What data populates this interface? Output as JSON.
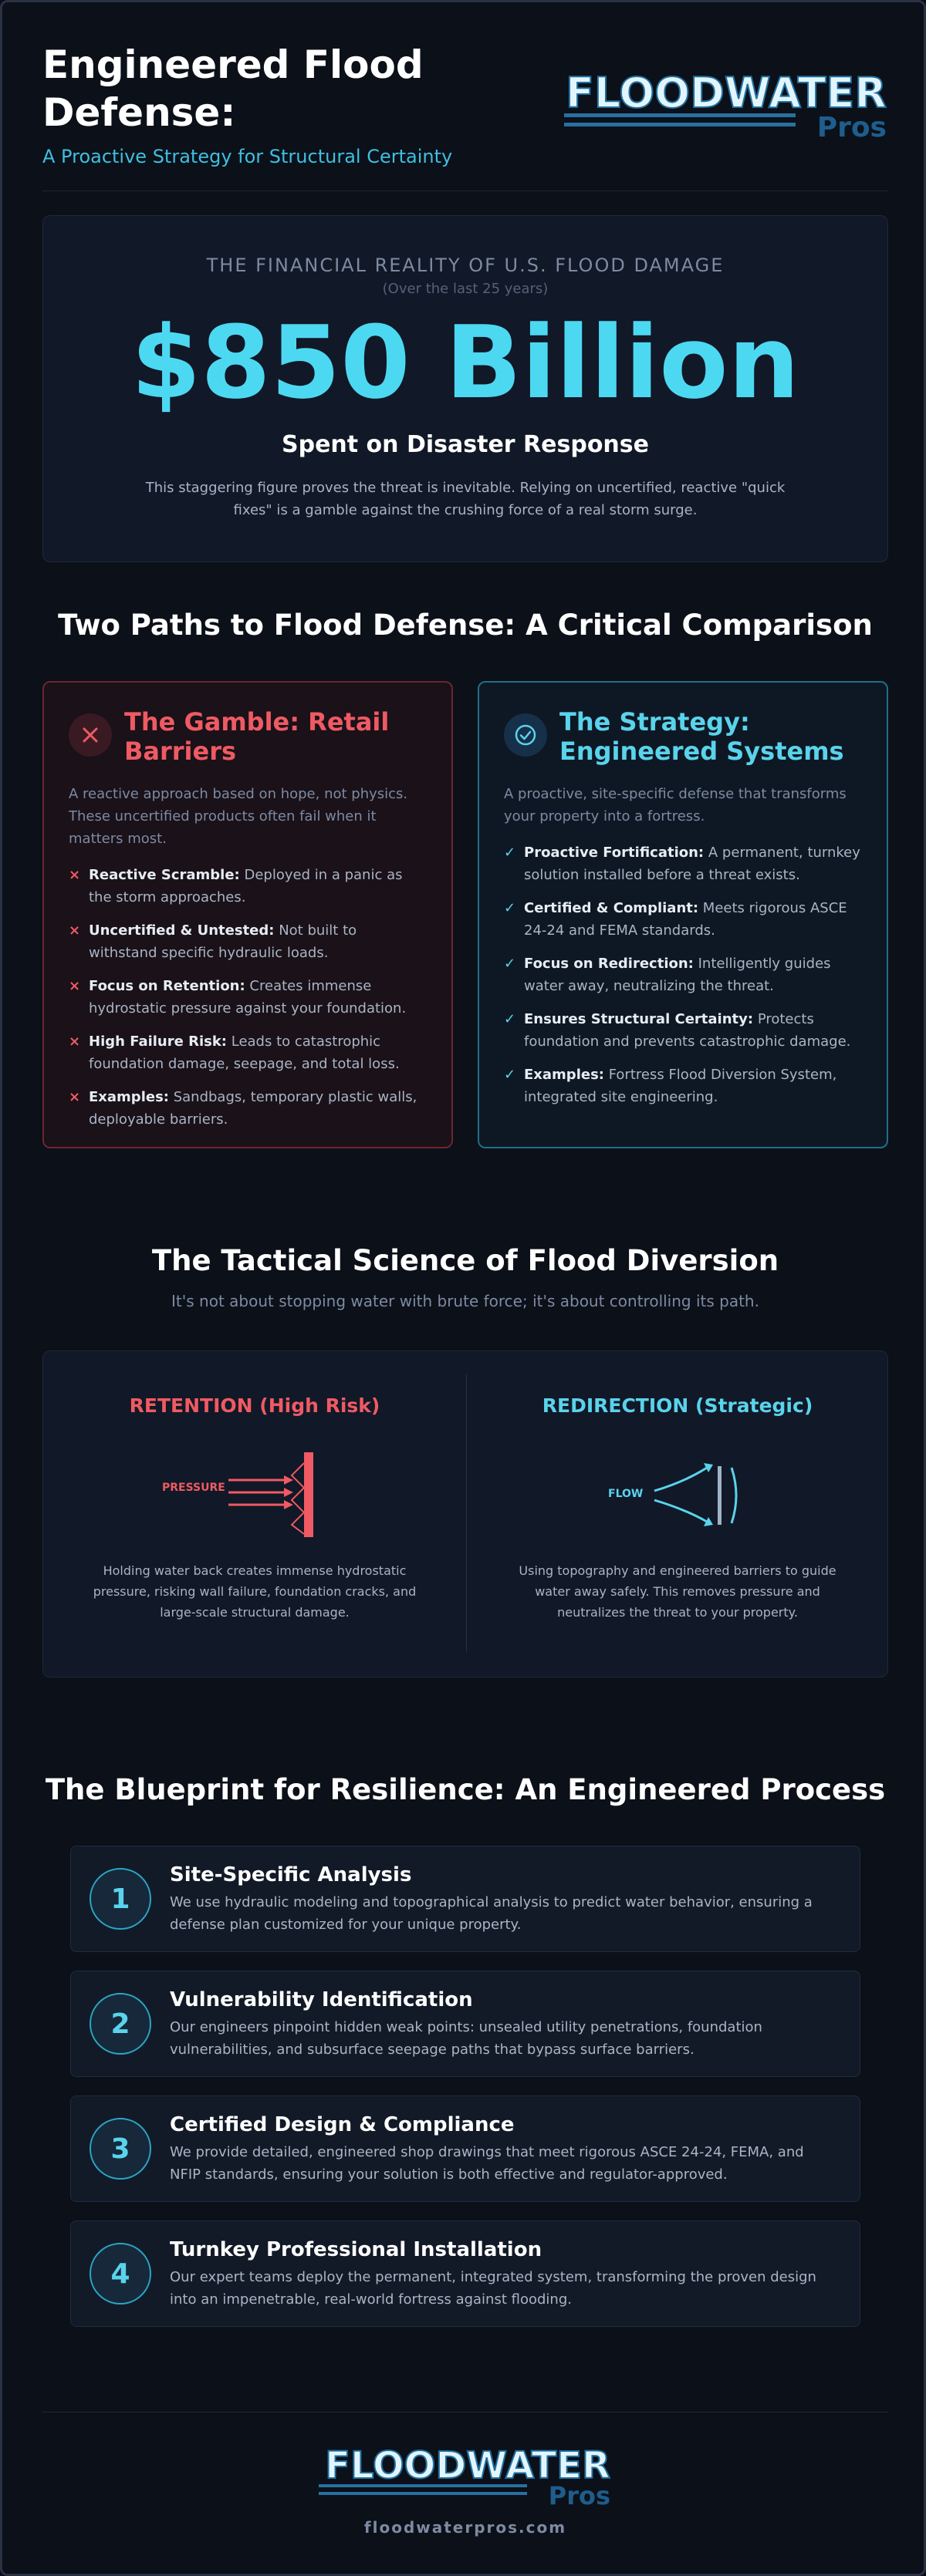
{
  "header": {
    "title": "Engineered Flood Defense:",
    "subtitle": "A Proactive Strategy for Structural Certainty",
    "logo": {
      "word": "FLOODWATER",
      "sub": "Pros"
    }
  },
  "stat": {
    "label": "THE FINANCIAL REALITY OF U.S. FLOOD DAMAGE",
    "period": "(Over the last 25 years)",
    "value": "$850 Billion",
    "caption": "Spent on Disaster Response",
    "body": "This staggering figure proves the threat is inevitable. Relying on uncertified, reactive \"quick fixes\" is a gamble against the crushing force of a real storm surge."
  },
  "comparison": {
    "title": "Two Paths to Flood Defense: A Critical Comparison",
    "gamble": {
      "icon": "x-icon",
      "title": "The Gamble: Retail Barriers",
      "intro": "A reactive approach based on hope, not physics. These uncertified products often fail when it matters most.",
      "items": [
        {
          "lead": "Reactive Scramble:",
          "text": " Deployed in a panic as the storm approaches."
        },
        {
          "lead": "Uncertified & Untested:",
          "text": " Not built to withstand specific hydraulic loads."
        },
        {
          "lead": "Focus on Retention:",
          "text": " Creates immense hydrostatic pressure against your foundation."
        },
        {
          "lead": "High Failure Risk:",
          "text": " Leads to catastrophic foundation damage, seepage, and total loss."
        },
        {
          "lead": "Examples:",
          "text": " Sandbags, temporary plastic walls, deployable barriers."
        }
      ]
    },
    "strategy": {
      "icon": "check-circle-icon",
      "title": "The Strategy: Engineered Systems",
      "intro": "A proactive, site-specific defense that transforms your property into a fortress.",
      "items": [
        {
          "lead": "Proactive Fortification:",
          "text": " A permanent, turnkey solution installed before a threat exists."
        },
        {
          "lead": "Certified & Compliant:",
          "text": " Meets rigorous ASCE 24-24 and FEMA standards."
        },
        {
          "lead": "Focus on Redirection:",
          "text": " Intelligently guides water away, neutralizing the threat."
        },
        {
          "lead": "Ensures Structural Certainty:",
          "text": " Protects foundation and prevents catastrophic damage."
        },
        {
          "lead": "Examples:",
          "text": " Fortress Flood Diversion System, integrated site engineering."
        }
      ]
    }
  },
  "science": {
    "title": "The Tactical Science of Flood Diversion",
    "subtitle": "It's not about stopping water with brute force; it's about controlling its path.",
    "retention": {
      "title": "RETENTION (High Risk)",
      "graphic_label": "PRESSURE",
      "body": "Holding water back creates immense hydrostatic pressure, risking wall failure, foundation cracks, and large-scale structural damage."
    },
    "redirection": {
      "title": "REDIRECTION (Strategic)",
      "graphic_label": "FLOW",
      "body": "Using topography and engineered barriers to guide water away safely. This removes pressure and neutralizes the threat to your property."
    }
  },
  "process": {
    "title": "The Blueprint for Resilience: An Engineered Process",
    "steps": [
      {
        "number": "1",
        "title": "Site-Specific Analysis",
        "body": "We use hydraulic modeling and topographical analysis to predict water behavior, ensuring a defense plan customized for your unique property."
      },
      {
        "number": "2",
        "title": "Vulnerability Identification",
        "body": "Our engineers pinpoint hidden weak points: unsealed utility penetrations, foundation vulnerabilities, and subsurface seepage paths that bypass surface barriers."
      },
      {
        "number": "3",
        "title": "Certified Design & Compliance",
        "body": "We provide detailed, engineered shop drawings that meet rigorous ASCE 24-24, FEMA, and NFIP standards, ensuring your solution is both effective and regulator-approved."
      },
      {
        "number": "4",
        "title": "Turnkey Professional Installation",
        "body": "Our expert teams deploy the permanent, integrated system, transforming the proven design into an impenetrable, real-world fortress against flooding."
      }
    ]
  },
  "footer": {
    "url": "floodwaterpros.com"
  },
  "colors": {
    "accent": "#4dd8f2",
    "danger": "#ef5a63",
    "background": "#0b1019"
  }
}
